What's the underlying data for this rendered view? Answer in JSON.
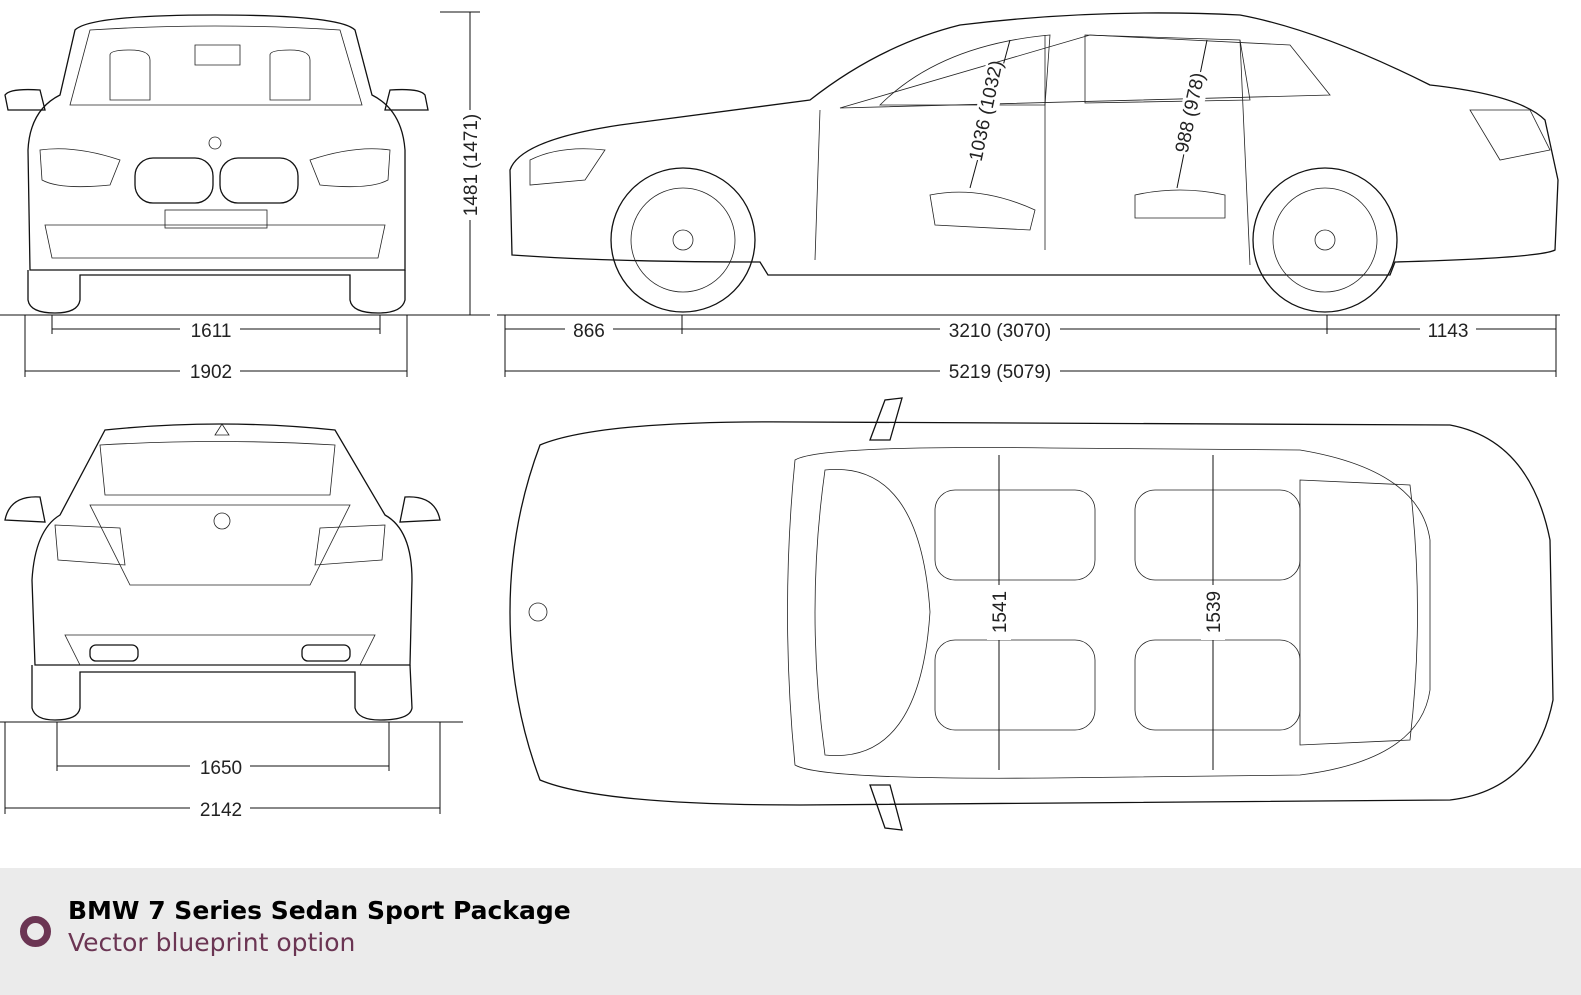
{
  "blueprint": {
    "front_view": {
      "height": "1481 (1471)",
      "track": "1611",
      "width": "1902"
    },
    "side_view": {
      "front_overhang": "866",
      "wheelbase": "3210 (3070)",
      "rear_overhang": "1143",
      "length": "5219 (5079)",
      "front_headroom": "1036 (1032)",
      "rear_headroom": "988 (978)"
    },
    "rear_view": {
      "track": "1650",
      "width_with_mirrors": "2142"
    },
    "top_view": {
      "front_interior_width": "1541",
      "rear_interior_width": "1539"
    }
  },
  "footer": {
    "title": "BMW 7 Series Sedan Sport Package",
    "subtitle": "Vector blueprint option",
    "accent_color": "#6b3553"
  }
}
